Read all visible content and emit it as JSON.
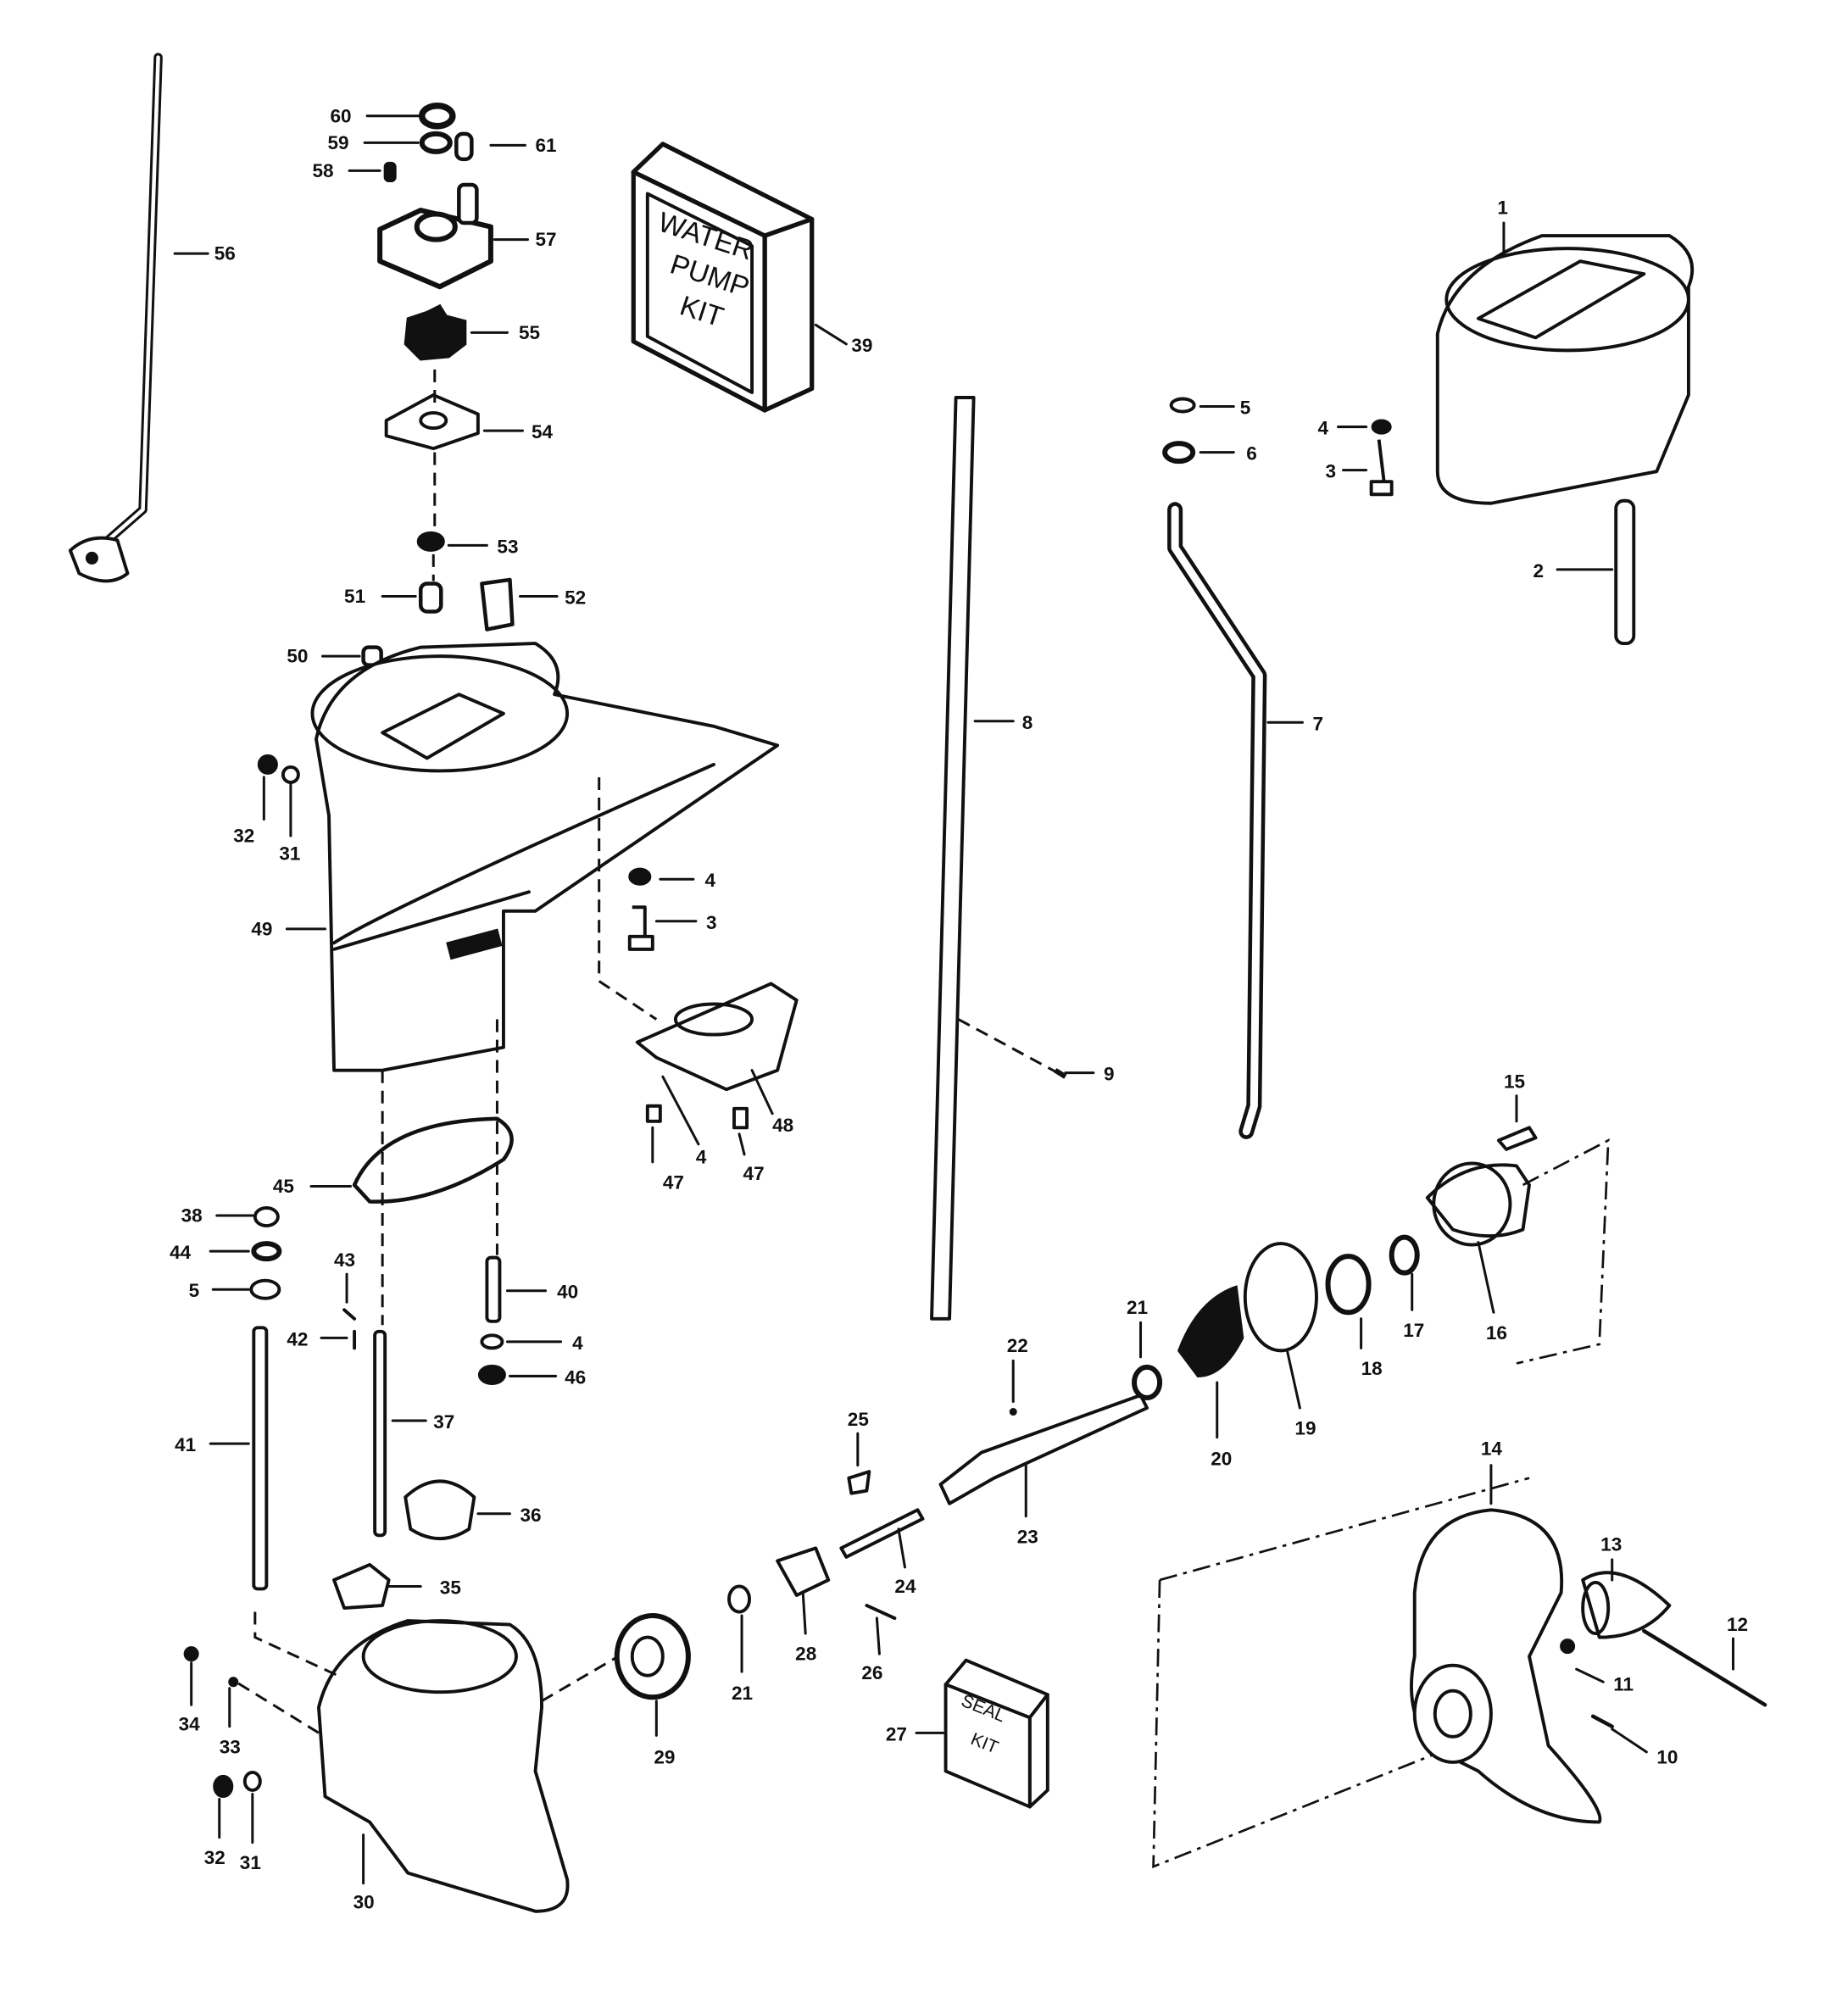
{
  "diagram": {
    "kits": {
      "water_pump": [
        "WATER",
        "PUMP",
        "KIT"
      ],
      "seal": [
        "SEAL",
        "KIT"
      ]
    },
    "callouts": [
      "60",
      "59",
      "58",
      "61",
      "57",
      "55",
      "56",
      "39",
      "54",
      "53",
      "51",
      "52",
      "50",
      "1",
      "4",
      "3",
      "5",
      "6",
      "2",
      "8",
      "7",
      "32",
      "31",
      "49",
      "4",
      "3",
      "9",
      "48",
      "47",
      "4",
      "47",
      "15",
      "45",
      "38",
      "44",
      "5",
      "43",
      "42",
      "40",
      "4",
      "46",
      "21",
      "22",
      "17",
      "18",
      "16",
      "19",
      "20",
      "41",
      "37",
      "25",
      "36",
      "23",
      "14",
      "24",
      "35",
      "13",
      "12",
      "34",
      "33",
      "21",
      "28",
      "26",
      "29",
      "11",
      "27",
      "10",
      "32",
      "31",
      "30"
    ]
  }
}
